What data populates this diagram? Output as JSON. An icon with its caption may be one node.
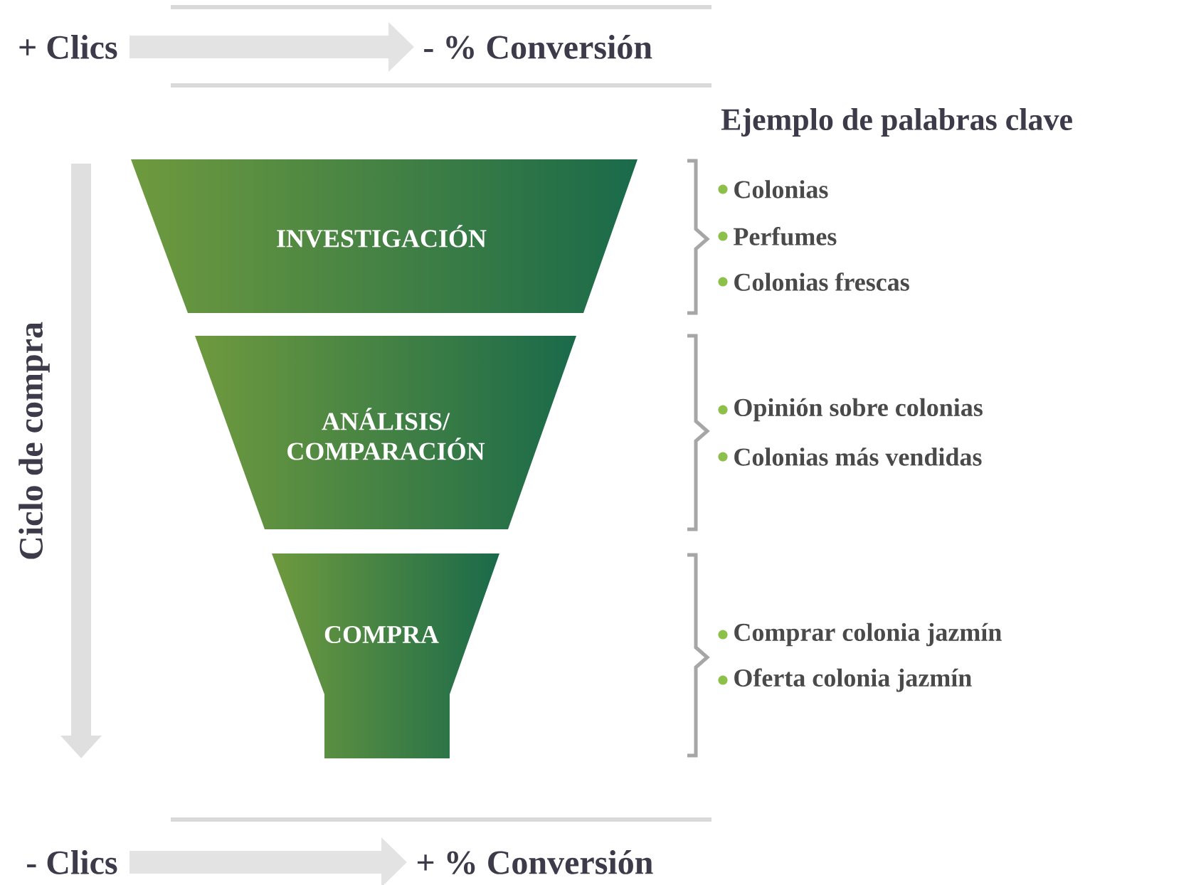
{
  "diagram": {
    "nodes": [
      {
        "text": [
          "+ Clics"
        ]
      },
      {
        "text": [
          "- % Conversión"
        ]
      },
      {
        "text": [
          "- Clics"
        ]
      },
      {
        "text": [
          "+ % Conversión"
        ]
      },
      {
        "text": [
          "INVESTIGACIÓN"
        ]
      },
      {
        "text": [
          "ANÁLISIS/ COMPARACIÓN"
        ]
      },
      {
        "text": [
          "COMPRA"
        ]
      }
    ],
    "edges": [
      {
        "from": 0,
        "to": 1,
        "arrow": "to"
      },
      {
        "from": 2,
        "to": 3,
        "arrow": "to"
      }
    ],
    "labels": [
      "Ejemplo de palabras clave",
      "Ciclo de compra",
      "Colonias",
      "Perfumes",
      "Colonias frescas",
      "Opinión sobre colonias",
      "Colonias más vendidas",
      "Comprar colonia jazmín",
      "Oferta colonia jazmín"
    ]
  }
}
